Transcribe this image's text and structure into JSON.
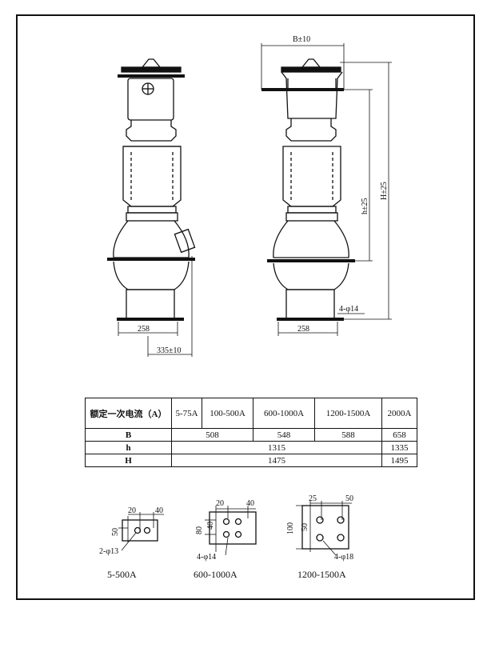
{
  "left_view": {
    "dim_base": "258",
    "dim_offset": "335±10"
  },
  "right_view": {
    "dim_top": "B±10",
    "dim_base": "258",
    "dim_h": "h±25",
    "dim_H": "H±25",
    "dim_holes": "4-φ14"
  },
  "table": {
    "header": [
      "额定一次电流（A）",
      "5-75A",
      "100-500A",
      "600-1000A",
      "1200-1500A",
      "2000A"
    ],
    "rows": [
      {
        "label": "B",
        "cells": [
          "508",
          "548",
          "588",
          "658"
        ]
      },
      {
        "label": "h",
        "cells": [
          "1315",
          "1335"
        ]
      },
      {
        "label": "H",
        "cells": [
          "1475",
          "1495"
        ]
      }
    ]
  },
  "terminals": [
    {
      "caption": "5-500A",
      "dim_a": "20",
      "dim_b": "40",
      "dim_side": "50",
      "holes": "2-φ13"
    },
    {
      "caption": "600-1000A",
      "dim_a": "20",
      "dim_b": "40",
      "dim_side_outer": "80",
      "dim_side_inner": "40",
      "holes": "4-φ14"
    },
    {
      "caption": "1200-1500A",
      "dim_a": "25",
      "dim_b": "50",
      "dim_side_outer": "100",
      "dim_side_inner": "50",
      "holes": "4-φ18"
    }
  ]
}
